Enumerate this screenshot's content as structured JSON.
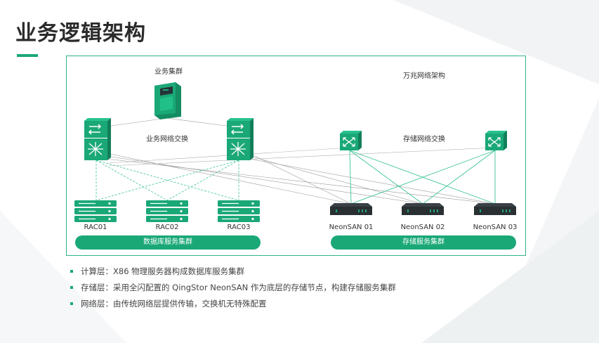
{
  "page": {
    "title": "业务逻辑架构"
  },
  "colors": {
    "accent": "#1aa877",
    "dark_node": "#2a2f32",
    "link_gray": "#8a8a8a",
    "link_green": "#3cc39a"
  },
  "diagram": {
    "app_cluster_label": "业务集群",
    "business_switch_label": "业务网络交换",
    "network_arch_label": "万兆网络架构",
    "storage_switch_label": "存储网络交换",
    "rac_nodes": [
      "RAC01",
      "RAC02",
      "RAC03"
    ],
    "neonsan_nodes": [
      "NeonSAN 01",
      "NeonSAN 02",
      "NeonSAN 03"
    ],
    "db_cluster_label": "数据库服务集群",
    "storage_cluster_label": "存储服务集群",
    "icons": {
      "app_server": "server-tower-icon",
      "business_switch": "layer3-switch-icon",
      "storage_switch": "switch-icon",
      "rac_node": "rack-server-icon",
      "neonsan_node": "storage-appliance-icon"
    }
  },
  "bullets": [
    "计算层：X86 物理服务器构成数据库服务集群",
    "存储层：采用全闪配置的 QingStor NeonSAN 作为底层的存储节点，构建存储服务集群",
    "网络层：由传统网络层提供传输，交换机无特殊配置"
  ]
}
